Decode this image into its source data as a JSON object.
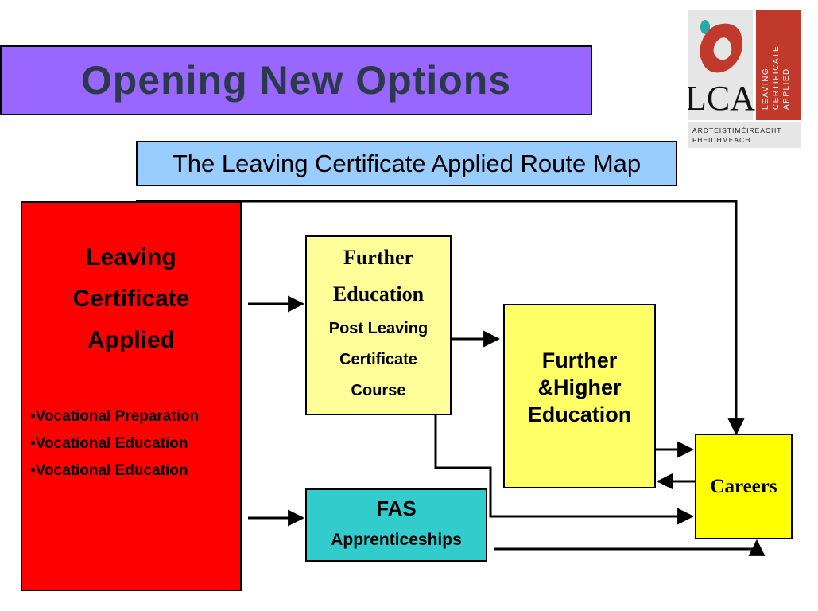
{
  "title": "Opening New Options",
  "subtitle": "The Leaving Certificate Applied Route Map",
  "logo": {
    "letters": "LCA",
    "side_lines": [
      "LEAVING",
      "CERTIFICATE",
      "APPLIED"
    ],
    "bottom_lines": [
      "ARDTEISTIMÉIREACHT",
      "FHEIDHMEACH"
    ]
  },
  "lca": {
    "title_lines": [
      "Leaving",
      "Certificate",
      "Applied"
    ],
    "bullets": [
      "Vocational Preparation",
      "Vocational Education",
      "Vocational Education"
    ]
  },
  "further_education": {
    "heading_lines": [
      "Further",
      "Education"
    ],
    "sub_lines": [
      "Post Leaving",
      "Certificate",
      "Course"
    ]
  },
  "higher_education": {
    "lines": [
      "Further",
      "&Higher",
      "Education"
    ]
  },
  "fas": {
    "title": "FAS",
    "subtitle": "Apprenticeships"
  },
  "careers": "Careers",
  "colors": {
    "title_banner": "#9966ff",
    "title_text": "#2b3a4a",
    "subtitle_box": "#99ccff",
    "lca_box": "#ff0000",
    "further_education_box": "#ffff99",
    "higher_education_box": "#ffff66",
    "fas_box": "#33cccc",
    "careers_box": "#ffff00",
    "logo_red": "#c0392b",
    "logo_teal": "#2aa7a7"
  }
}
